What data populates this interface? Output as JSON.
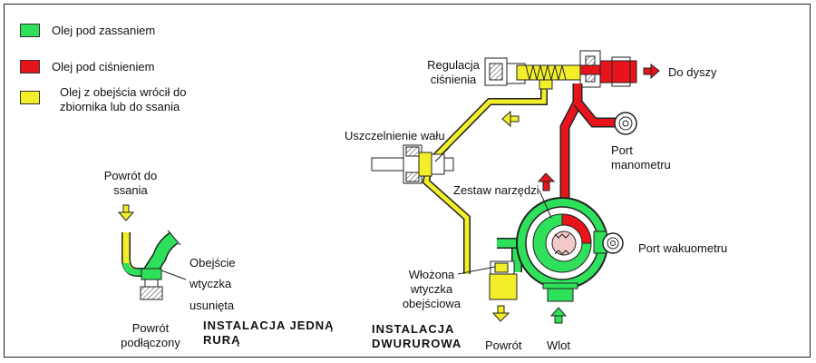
{
  "legend": {
    "items": [
      {
        "label": "Olej pod zassaniem",
        "color": "#2ee05a"
      },
      {
        "label": "Olej pod ciśnieniem",
        "color": "#e8141c"
      },
      {
        "label": "Olej z obejścia wrócił do zbiornika lub do ssania",
        "color": "#f2ef2a"
      }
    ]
  },
  "single_pipe": {
    "return_to_suction": "Powrót do ssania",
    "bypass_plug_removed": [
      "Obejście",
      "wtyczka",
      "usunięta"
    ],
    "return_connected": "Powrót podłączony",
    "title": "INSTALACJA JEDNĄ RURĄ"
  },
  "two_pipe": {
    "pressure_regulation": "Regulacja ciśnienia",
    "to_nozzle": "Do dyszy",
    "shaft_seal": "Uszczelnienie wału",
    "gauge_port": "Port manometru",
    "gear_set": "Zestaw narzędzi",
    "vacuum_port": "Port wakuometru",
    "bypass_plug_inserted": "Włożona wtyczka obejściowa",
    "title": "INSTALACJA DWURUROWA",
    "return": "Powrót",
    "inlet": "Wlot"
  },
  "colors": {
    "green": "#2ee05a",
    "red": "#e8141c",
    "yellow": "#f2ef2a",
    "outline": "#222222"
  }
}
